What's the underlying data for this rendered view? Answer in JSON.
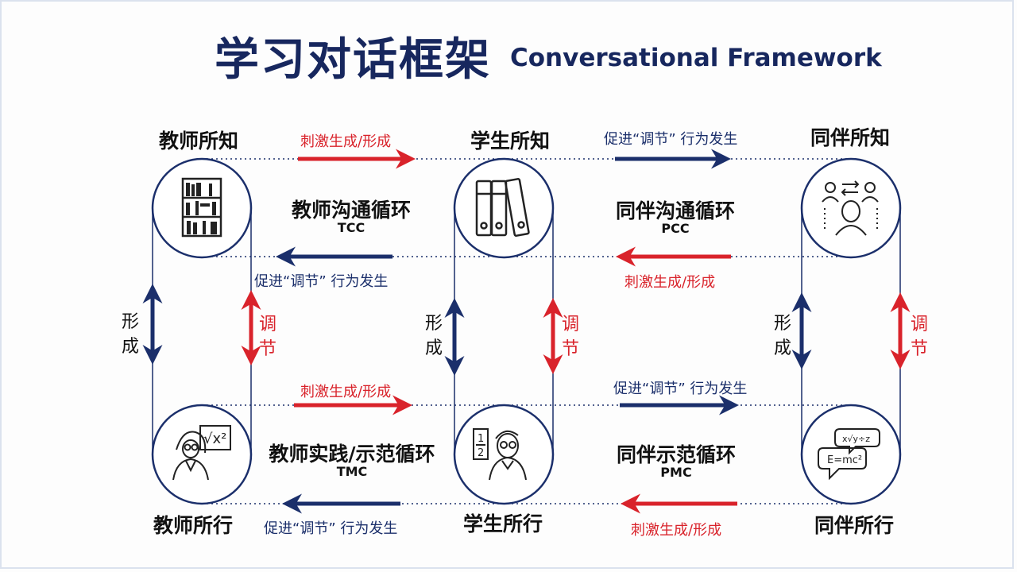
{
  "title": {
    "zh": "学习对话框架",
    "en": "Conversational Framework"
  },
  "nodes": {
    "teacher_knows": "教师所知",
    "student_knows": "学生所知",
    "peer_knows": "同伴所知",
    "teacher_does": "教师所行",
    "student_does": "学生所行",
    "peer_does": "同伴所行"
  },
  "cycles": {
    "tcc": {
      "name": "教师沟通循环",
      "abbr": "TCC"
    },
    "pcc": {
      "name": "同伴沟通循环",
      "abbr": "PCC"
    },
    "tmc": {
      "name": "教师实践/示范循环",
      "abbr": "TMC"
    },
    "pmc": {
      "name": "同伴示范循环",
      "abbr": "PMC"
    }
  },
  "arrow_labels": {
    "stimulate": "刺激生成/形成",
    "promote": "促进“调节” 行为发生",
    "promote_spaced": "促进“调节”  行为发生"
  },
  "vertical_labels": {
    "form": "形成",
    "regulate": "调节"
  },
  "icons": {
    "teacher_knows": "bookshelf-icon",
    "student_knows": "binders-icon",
    "peer_knows": "peer-discussion-icon",
    "teacher_does": "teacher-math-icon",
    "student_does": "student-fraction-icon",
    "peer_does": "speech-formula-icon"
  },
  "colors": {
    "red": "#d9232b",
    "navy": "#1b2f6b",
    "title": "#17275e"
  }
}
